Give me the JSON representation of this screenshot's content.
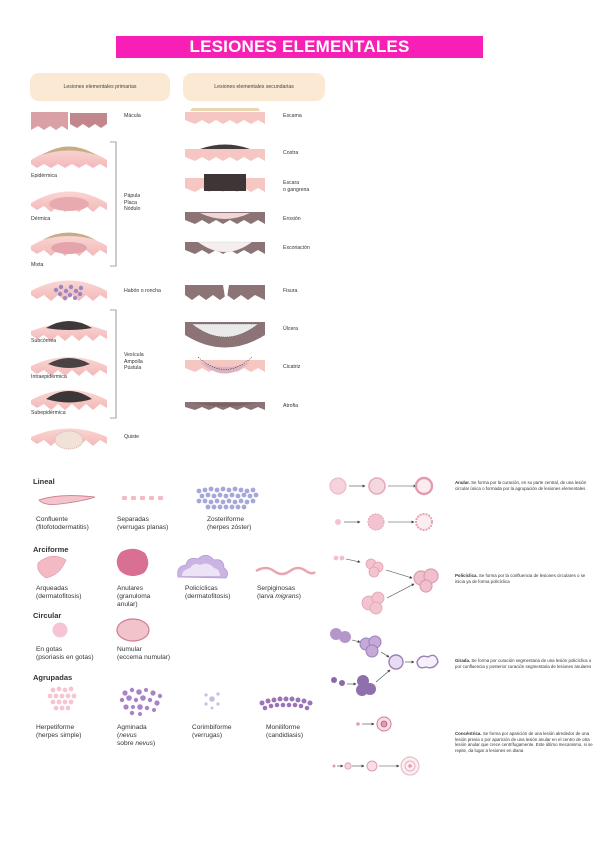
{
  "title": "LESIONES ELEMENTALES DERMATOLÓGICAS",
  "primary": {
    "header": "Lesiones elementales primarias",
    "macula": "Mácula",
    "epidermica": "Epidérmica",
    "dermica": "Dérmica",
    "mixta": "Mixta",
    "papula": "Pápula",
    "placa": "Placa",
    "nodulo": "Nódulo",
    "habon": "Habón o roncha",
    "subcornea": "Subcórnea",
    "intraepidermica": "Intraepidérmica",
    "subepidermica": "Subepidérmica",
    "vesicula": "Vesícula",
    "ampolla": "Ampolla",
    "pustula": "Pústula",
    "quiste": "Quiste"
  },
  "secondary": {
    "header": "Lesiones elementales secundarias",
    "items": [
      "Escama",
      "Costra",
      "Escara",
      "o gangrena",
      "Erosión",
      "Excoriación",
      "Fisura",
      "Úlcera",
      "Cicatriz",
      "Atrofia"
    ]
  },
  "patterns": {
    "lineal": "Lineal",
    "confluente_1": "Confluente",
    "confluente_2": "(fitofotodermatitis)",
    "separadas_1": "Separadas",
    "separadas_2": "(verrugas planas)",
    "zosteriforme_1": "Zosteriforme",
    "zosteriforme_2": "(herpes zóster)",
    "arciforme": "Arciforme",
    "arqueadas_1": "Arqueadas",
    "arqueadas_2": "(dermatofitosis)",
    "anulares_1": "Anulares",
    "anulares_2": "(granuloma",
    "anulares_3": "anular)",
    "policiclicas_1": "Policíclicas",
    "policiclicas_2": "(dermatofitosis)",
    "serpiginosas_1": "Serpiginosas",
    "serpiginosas_2": "(larva ",
    "serpiginosas_3": "migrans",
    "serpiginosas_4": ")",
    "circular": "Circular",
    "gotas_1": "En gotas",
    "gotas_2": "(psoriasis en gotas)",
    "numular_1": "Numular",
    "numular_2": "(eccema numular)",
    "agrupadas": "Agrupadas",
    "herpetiforme_1": "Herpetiforme",
    "herpetiforme_2": "(herpes simple)",
    "agminada_1": "Agminada",
    "agminada_2": "nevus",
    "agminada_3": "sobre ",
    "agminada_4": "nevus",
    "corimbiforme_1": "Corimbiforme",
    "corimbiforme_2": "(verrugas)",
    "moniliforme_1": "Moniliforme",
    "moniliforme_2": "(candidiasis)"
  },
  "evolution": {
    "anular_t": "Anular.",
    "anular_d": " Se forma por la curación, en su parte central, de una lesión circular única o formada por la agrupación de lesiones elementales",
    "policiclica_t": "Policíclica.",
    "policiclica_d": " Se forma por la confluencia de lesiones circulares o se inicia ya de forma policíclica",
    "girada_t": "Girada.",
    "girada_d": " Se forma por curación segmentaria de una lesión policíclica o por confluencia y posterior curación segmentaria de lesiones anulares",
    "concentrica_t": "Concéntrica.",
    "concentrica_d": " Se forma por aparición de una lesión alrededor de una lesión previa o por aparición de una lesión anular en el centro de otra lesión anular que crece centrífugamente. Este último mecanismo, si se repite, da lugar a lesiones en diana"
  },
  "colors": {
    "title_bg": "#f71fb6",
    "skin": "#f5c6c6",
    "skin_dark": "#c98f91",
    "header_bg": "#fbe9d4",
    "purple": "#9b7db5",
    "pink_light": "#f3c9d6"
  }
}
